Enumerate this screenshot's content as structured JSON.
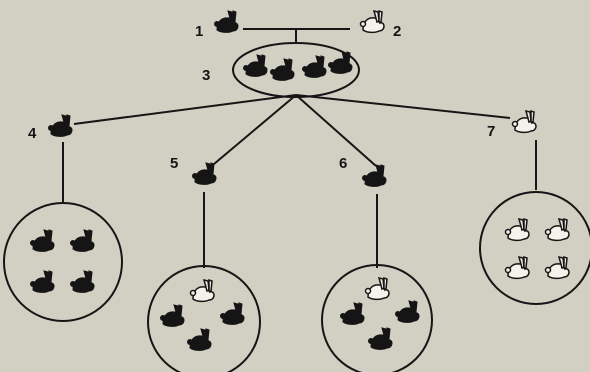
{
  "diagram": {
    "labels": [
      "1",
      "2",
      "3",
      "4",
      "5",
      "6",
      "7"
    ],
    "colors": {
      "background": "#d2d0c3",
      "ink": "#151515",
      "white_rabbit": "#f4f2ea"
    },
    "nodes": [
      {
        "label": "1",
        "rabbit": "black"
      },
      {
        "label": "2",
        "rabbit": "white"
      },
      {
        "label": "3",
        "group": [
          "black",
          "black",
          "black",
          "black"
        ]
      },
      {
        "label": "4",
        "rabbit": "black",
        "offspring": [
          "black",
          "black",
          "black",
          "black"
        ]
      },
      {
        "label": "5",
        "rabbit": "black",
        "offspring": [
          "white",
          "black",
          "black",
          "black"
        ]
      },
      {
        "label": "6",
        "rabbit": "black",
        "offspring": [
          "white",
          "black",
          "black",
          "black"
        ]
      },
      {
        "label": "7",
        "rabbit": "white",
        "offspring": [
          "white",
          "white",
          "white",
          "white"
        ]
      }
    ]
  }
}
